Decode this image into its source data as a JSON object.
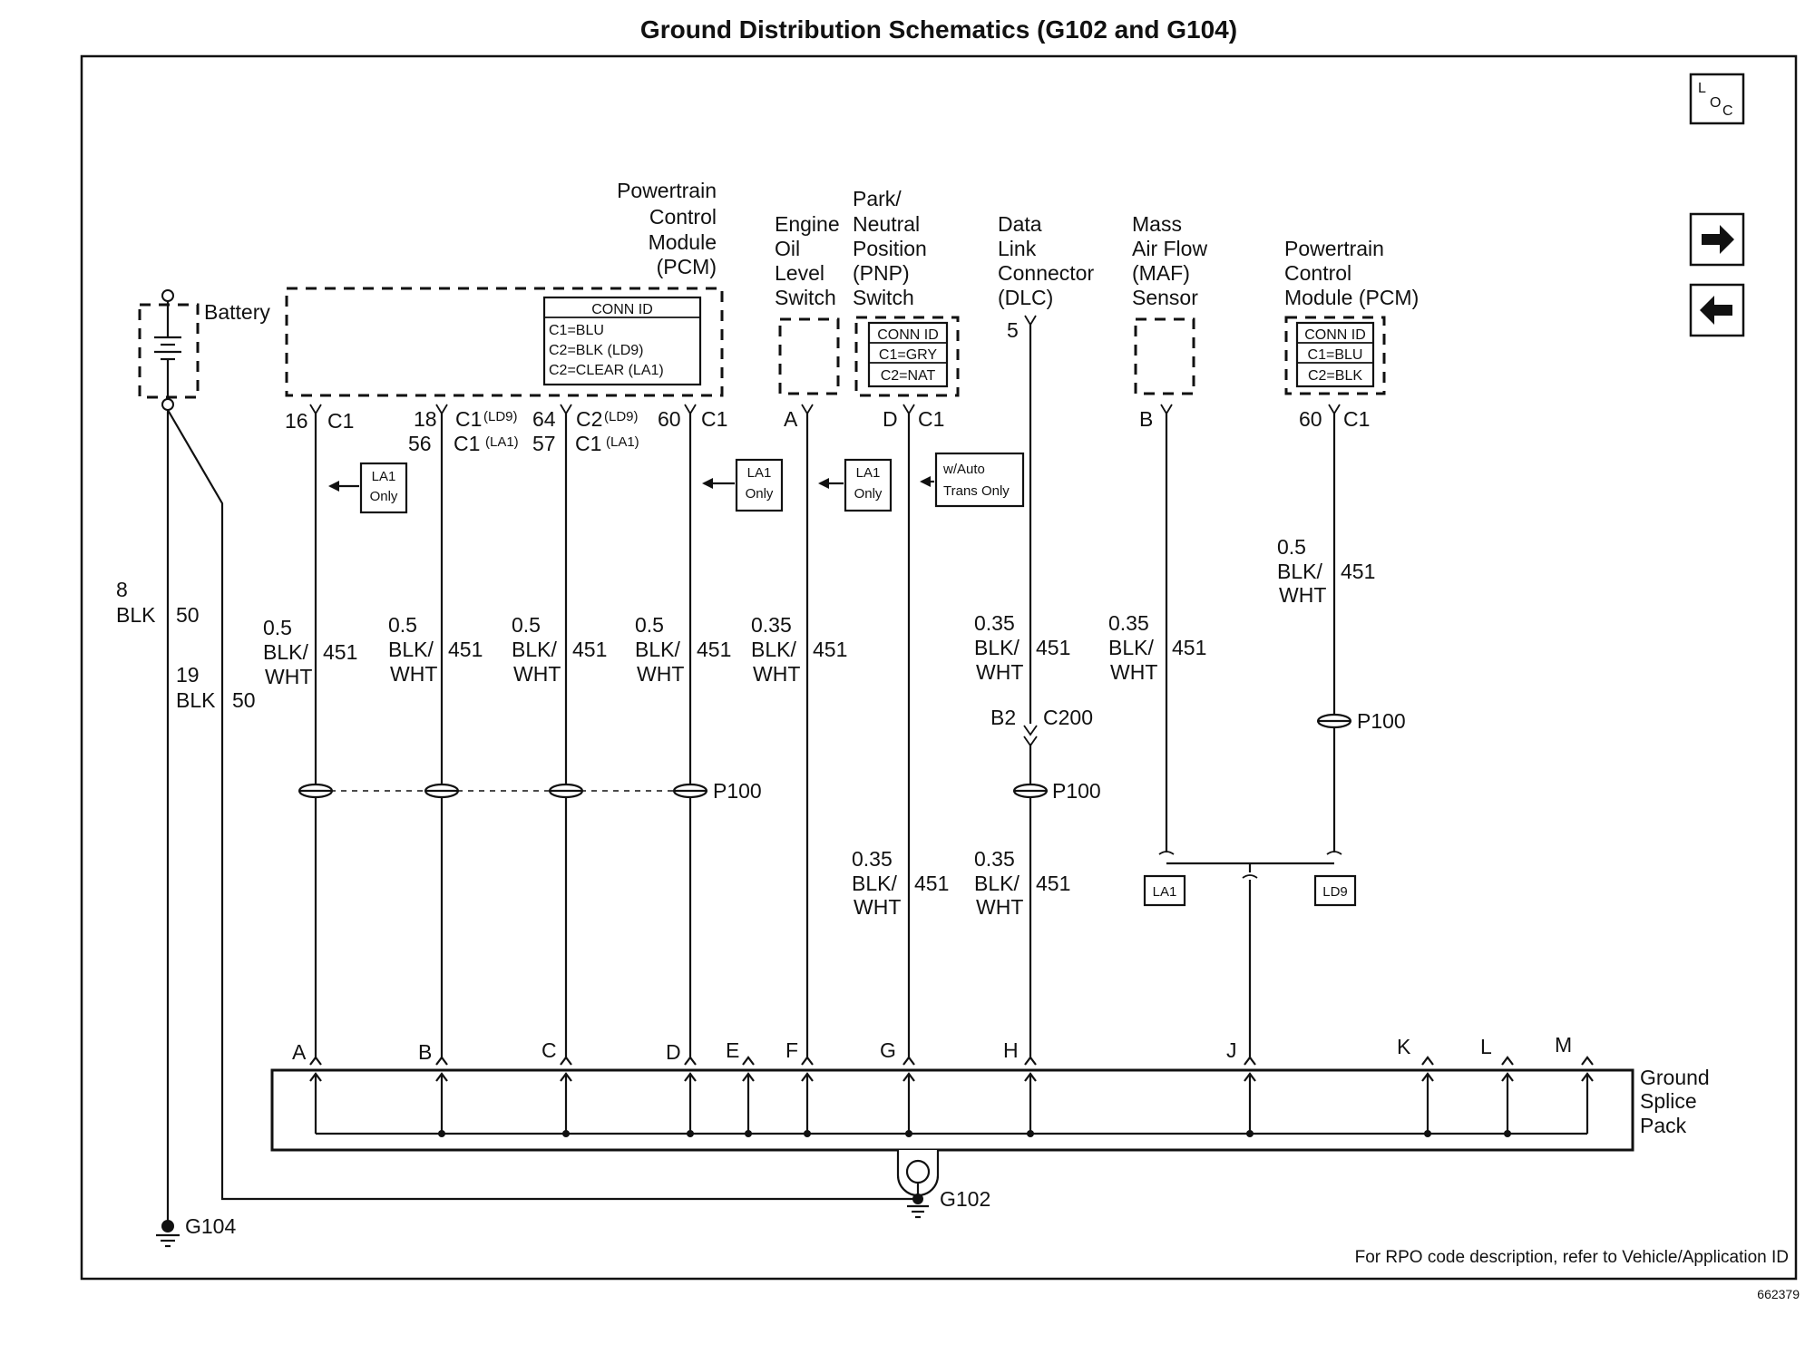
{
  "title": "Ground Distribution Schematics (G102 and G104)",
  "nav": {
    "loc_l": "L",
    "loc_o": "O",
    "loc_c": "C"
  },
  "components": {
    "battery": "Battery",
    "pcm_left": [
      "Powertrain",
      "Control",
      "Module",
      "(PCM)"
    ],
    "pcm_left_conn": [
      "CONN ID",
      "C1=BLU",
      "C2=BLK (LD9)",
      "C2=CLEAR (LA1)"
    ],
    "eol": [
      "Engine",
      "Oil",
      "Level",
      "Switch"
    ],
    "pnp": [
      "Park/",
      "Neutral",
      "Position",
      "(PNP)",
      "Switch"
    ],
    "pnp_conn": [
      "CONN ID",
      "C1=GRY",
      "C2=NAT"
    ],
    "dlc": [
      "Data",
      "Link",
      "Connector",
      "(DLC)"
    ],
    "maf": [
      "Mass",
      "Air Flow",
      "(MAF)",
      "Sensor"
    ],
    "pcm_right": [
      "Powertrain",
      "Control",
      "Module (PCM)"
    ],
    "pcm_right_conn": [
      "CONN ID",
      "C1=BLU",
      "C2=BLK"
    ]
  },
  "pins": {
    "p16": "16",
    "c1": "C1",
    "p18": "18",
    "c1_ld9": "C1",
    "ld9": "(LD9)",
    "p56": "56",
    "c1_la1": "C1",
    "la1": "(LA1)",
    "p64": "64",
    "c2_ld9": "C2",
    "p57": "57",
    "c1_la1b": "C1",
    "p60": "60",
    "eol_pin": "A",
    "pnp_pin": "D",
    "dlc_pin": "5",
    "maf_pin": "B",
    "pcm_r_pin": "60"
  },
  "wire_labels": {
    "bat8_size": "8",
    "bat8_color": "BLK",
    "bat8_circ": "50",
    "bat19_size": "19",
    "bat19_color": "BLK",
    "bat19_circ": "50",
    "size05": "0.5",
    "size035": "0.35",
    "blk": "BLK/",
    "wht": "WHT",
    "circ451": "451"
  },
  "tags": {
    "la1_line1": "LA1",
    "la1_line2": "Only",
    "auto_line1": "w/Auto",
    "auto_line2": "Trans Only",
    "la1": "LA1",
    "ld9": "LD9"
  },
  "splices": {
    "p100": "P100",
    "c200": "C200",
    "b2": "B2"
  },
  "splice_pack": {
    "label": [
      "Ground",
      "Splice",
      "Pack"
    ],
    "pins": [
      "A",
      "B",
      "C",
      "D",
      "E",
      "F",
      "G",
      "H",
      "J",
      "K",
      "L",
      "M"
    ]
  },
  "grounds": {
    "g102": "G102",
    "g104": "G104"
  },
  "footer": "For RPO code description, refer to Vehicle/Application ID",
  "fig_number": "662379"
}
